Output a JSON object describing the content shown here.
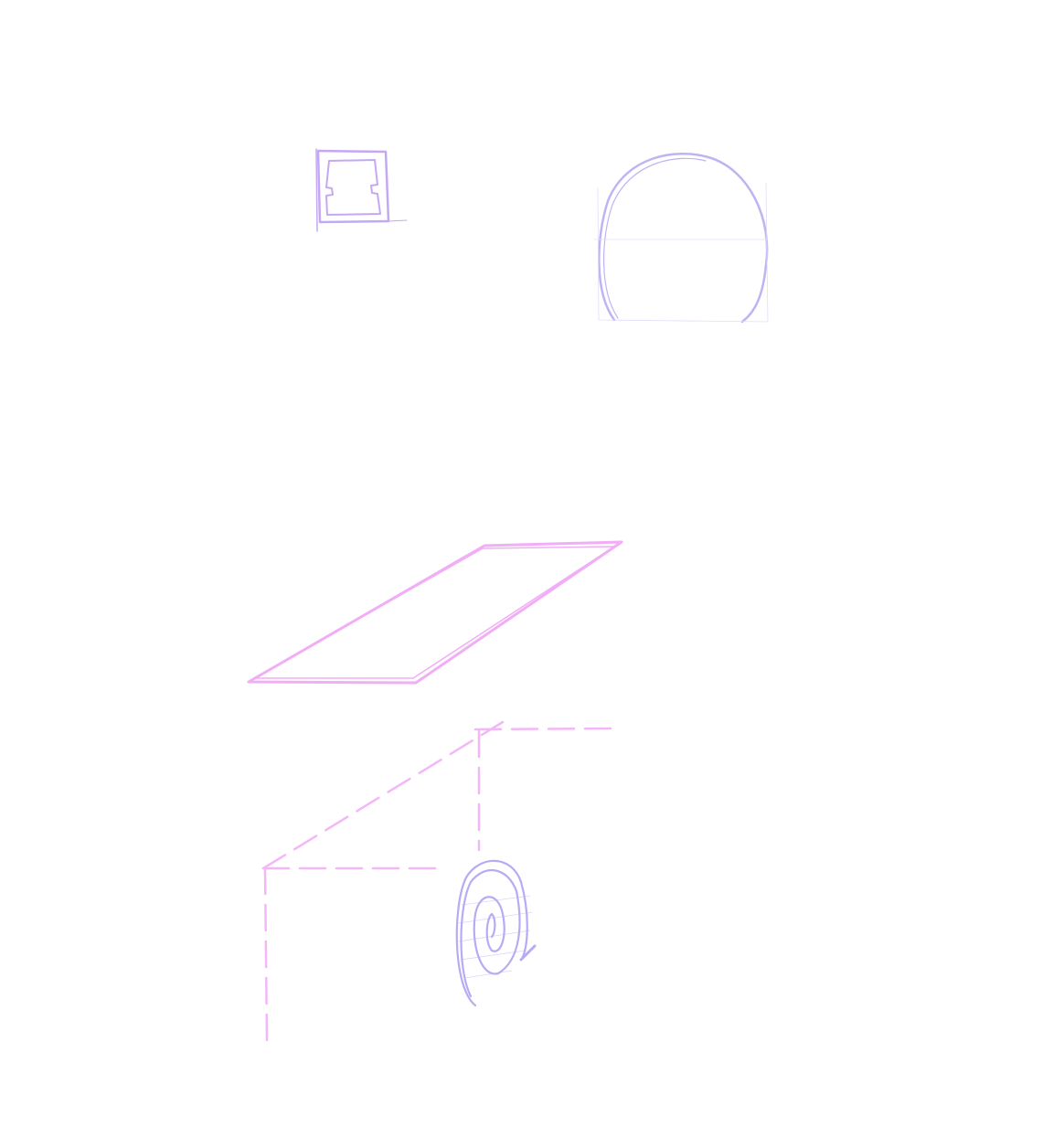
{
  "canvas": {
    "background": "#ffffff"
  },
  "colors": {
    "violet": "#b28cf0",
    "lavender": "#a99cf0",
    "pink": "#ee99f5",
    "spiral": "#9f8ff0"
  },
  "shapes": [
    {
      "kind": "square-frame"
    },
    {
      "kind": "arch"
    },
    {
      "kind": "parallelogram"
    },
    {
      "kind": "dashed-box"
    },
    {
      "kind": "spiral-wheel"
    }
  ]
}
